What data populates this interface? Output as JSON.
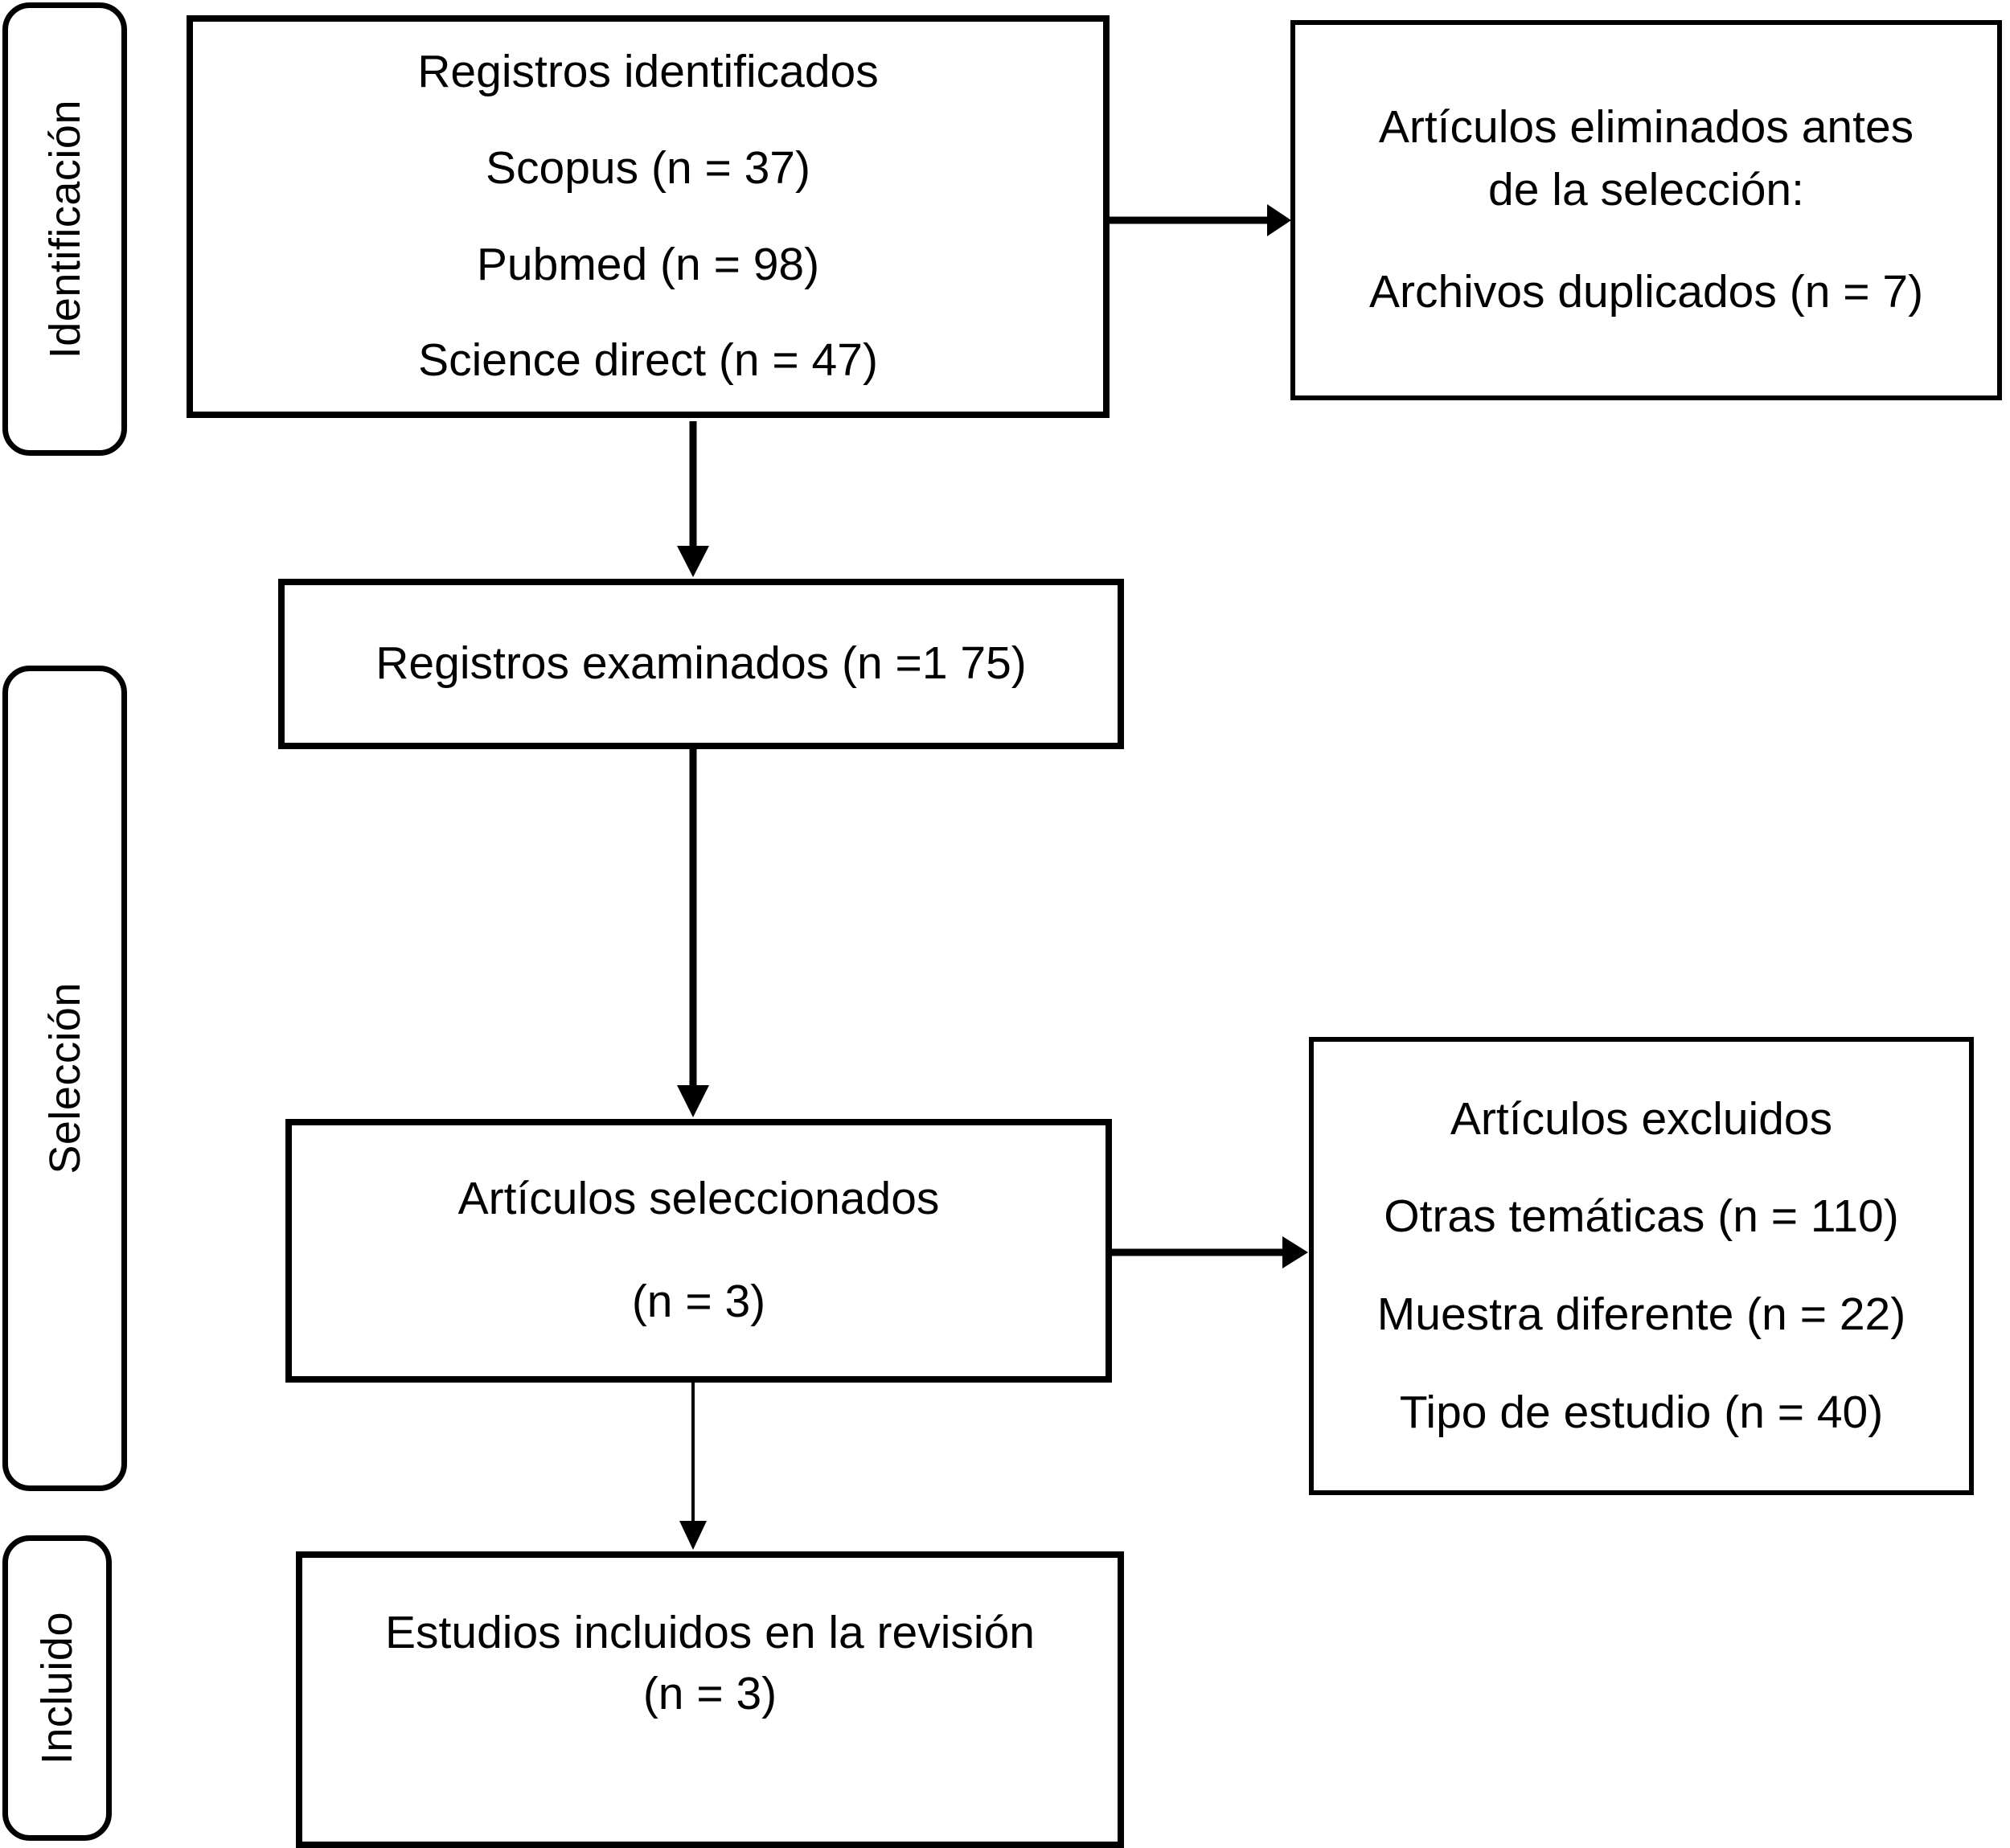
{
  "diagram": {
    "title": "PRISMA flow diagram",
    "language": "es",
    "stroke_color": "#000000",
    "background_color": "#ffffff"
  },
  "stages": [
    {
      "id": "identificacion",
      "label": "Identificación"
    },
    {
      "id": "seleccion",
      "label": "Selección"
    },
    {
      "id": "incluido",
      "label": "Incluido"
    }
  ],
  "boxes": {
    "records_identified": {
      "lines": [
        "Registros identificados",
        "Scopus (n = 37)",
        "Pubmed (n = 98)",
        "Science direct (n = 47)"
      ]
    },
    "records_removed": {
      "lines": [
        "Artículos eliminados antes",
        "de la selección:",
        "Archivos duplicados  (n = 7)"
      ]
    },
    "records_screened": {
      "lines": [
        "Registros examinados (n =1 75)"
      ]
    },
    "articles_selected": {
      "lines": [
        "Artículos seleccionados",
        "(n = 3)"
      ]
    },
    "articles_excluded": {
      "lines": [
        "Artículos excluidos",
        "Otras temáticas (n = 110)",
        "Muestra diferente (n = 22)",
        "Tipo de estudio (n = 40)"
      ]
    },
    "studies_included": {
      "lines": [
        "Estudios incluidos en la revisión",
        "(n = 3)"
      ]
    }
  },
  "chart_data": {
    "type": "diagram",
    "title": "PRISMA flow diagram",
    "nodes": [
      {
        "id": "records_identified",
        "stage": "Identificación",
        "label": "Registros identificados",
        "sources": [
          {
            "name": "Scopus",
            "n": 37
          },
          {
            "name": "Pubmed",
            "n": 98
          },
          {
            "name": "Science direct",
            "n": 47
          }
        ]
      },
      {
        "id": "records_removed",
        "stage": "Identificación",
        "label": "Artículos eliminados antes de la selección:",
        "items": [
          {
            "name": "Archivos duplicados",
            "n": 7
          }
        ]
      },
      {
        "id": "records_screened",
        "stage": "Selección",
        "label": "Registros examinados",
        "n": 175
      },
      {
        "id": "articles_selected",
        "stage": "Selección",
        "label": "Artículos seleccionados",
        "n": 3
      },
      {
        "id": "articles_excluded",
        "stage": "Selección",
        "label": "Artículos excluidos",
        "items": [
          {
            "name": "Otras temáticas",
            "n": 110
          },
          {
            "name": "Muestra diferente",
            "n": 22
          },
          {
            "name": "Tipo de estudio",
            "n": 40
          }
        ]
      },
      {
        "id": "studies_included",
        "stage": "Incluido",
        "label": "Estudios incluidos en la revisión",
        "n": 3
      }
    ],
    "edges": [
      {
        "from": "records_identified",
        "to": "records_removed",
        "direction": "right"
      },
      {
        "from": "records_identified",
        "to": "records_screened",
        "direction": "down"
      },
      {
        "from": "records_screened",
        "to": "articles_selected",
        "direction": "down"
      },
      {
        "from": "articles_selected",
        "to": "articles_excluded",
        "direction": "right"
      },
      {
        "from": "articles_selected",
        "to": "studies_included",
        "direction": "down"
      }
    ]
  }
}
